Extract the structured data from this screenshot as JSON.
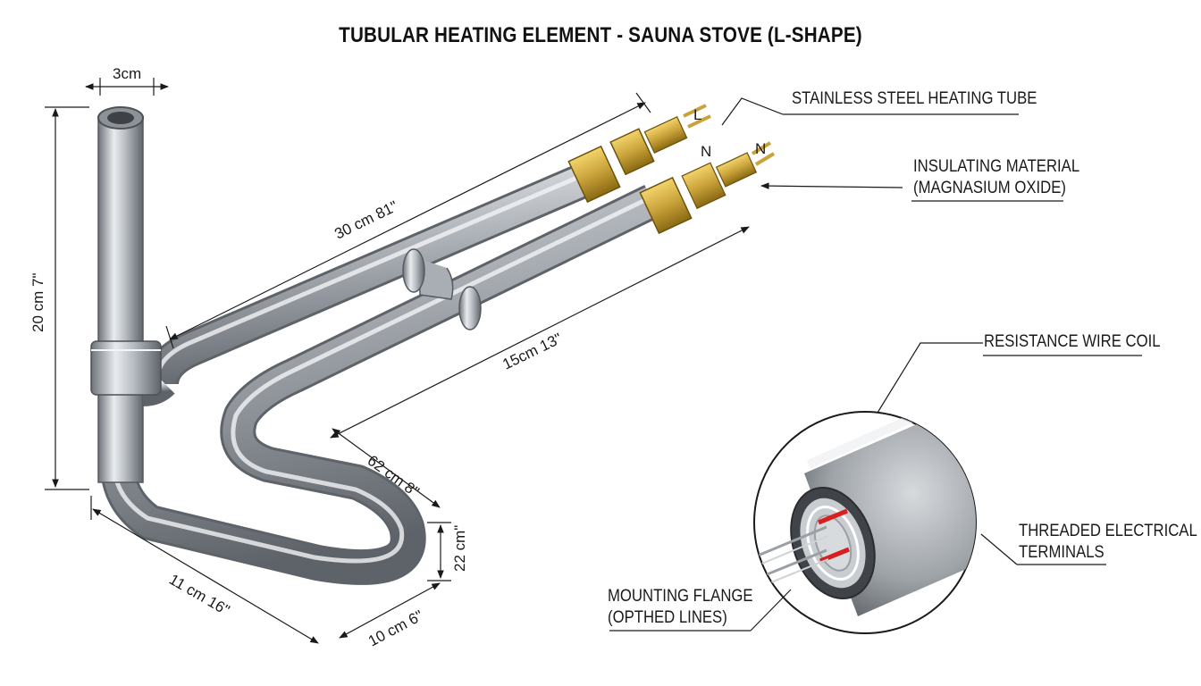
{
  "title": "TUBULAR HEATING ELEMENT - SAUNA STOVE (L-SHAPE)",
  "callouts": {
    "tube": "STAINLESS STEEL HEATING TUBE",
    "insulation_line1": "INSULATING MATERIAL",
    "insulation_line2": "(MAGNASIUM OXIDE)",
    "coil": "RESISTANCE WIRE COIL",
    "terminals_line1": "THREADED ELECTRICAL",
    "terminals_line2": "TERMINALS",
    "flange_line1": "MOUNTING FLANGE",
    "flange_line2": "(OPTHED LINES)"
  },
  "terminal_labels": {
    "l": "L",
    "n1": "N",
    "n2": "N"
  },
  "dimensions": {
    "diameter": "3cm",
    "vertical": "20 cm 7\"",
    "long_top": "30 cm 81\"",
    "long_mid": "15cm 13\"",
    "bend_diag": "62 cm 8\"",
    "bend_height": "22 cm\"",
    "bottom_long": "11 cm 16\"",
    "bottom_short": "10 cm 6\""
  },
  "colors": {
    "steel_dark": "#6e737a",
    "steel_light": "#e9ecef",
    "brass_dark": "#8a6a12",
    "brass_light": "#f3d36b",
    "wire_red": "#d81e1e"
  }
}
